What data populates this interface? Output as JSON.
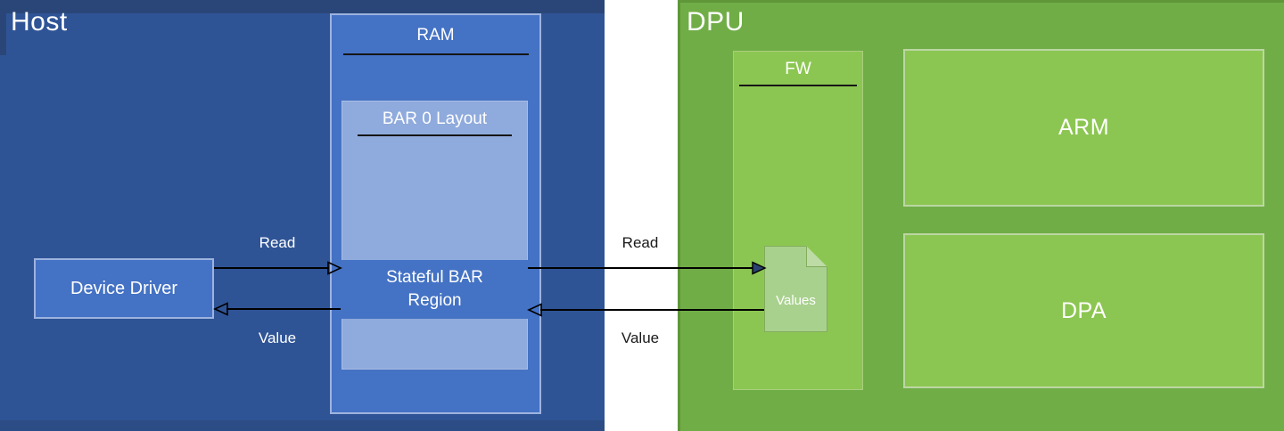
{
  "host": {
    "title": "Host",
    "ram": {
      "label": "RAM"
    },
    "bar0": {
      "label": "BAR 0 Layout"
    },
    "stateful_bar": {
      "label_line1": "Stateful BAR",
      "label_line2": "Region"
    },
    "device_driver": {
      "label": "Device Driver"
    },
    "flow": {
      "read_label": "Read",
      "value_label": "Value"
    }
  },
  "interconnect": {
    "read_label": "Read",
    "value_label": "Value"
  },
  "dpu": {
    "title": "DPU",
    "fw": {
      "label": "FW"
    },
    "values_doc": {
      "label": "Values"
    },
    "arm": {
      "label": "ARM"
    },
    "dpa": {
      "label": "DPA"
    }
  },
  "colors": {
    "host_background": "#2F5496",
    "host_edge": "#2A4678",
    "blue_box": "#4472C4",
    "blue_box_border": "#9DB3DF",
    "light_blue_box": "#8FAADC",
    "dpu_background": "#70AD47",
    "dpu_edge": "#5E9638",
    "green_box": "#8CC652",
    "green_box_border": "#BCD6A4",
    "document_fill": "#A9D18E",
    "document_border": "#82AC5C",
    "arrow": "#000000",
    "filled_arrowhead": "#2B4170",
    "underline": "#161616",
    "gap_background": "#FFFFFF",
    "text_light": "#FFFFFF",
    "text_dark": "#1A1A1A"
  }
}
